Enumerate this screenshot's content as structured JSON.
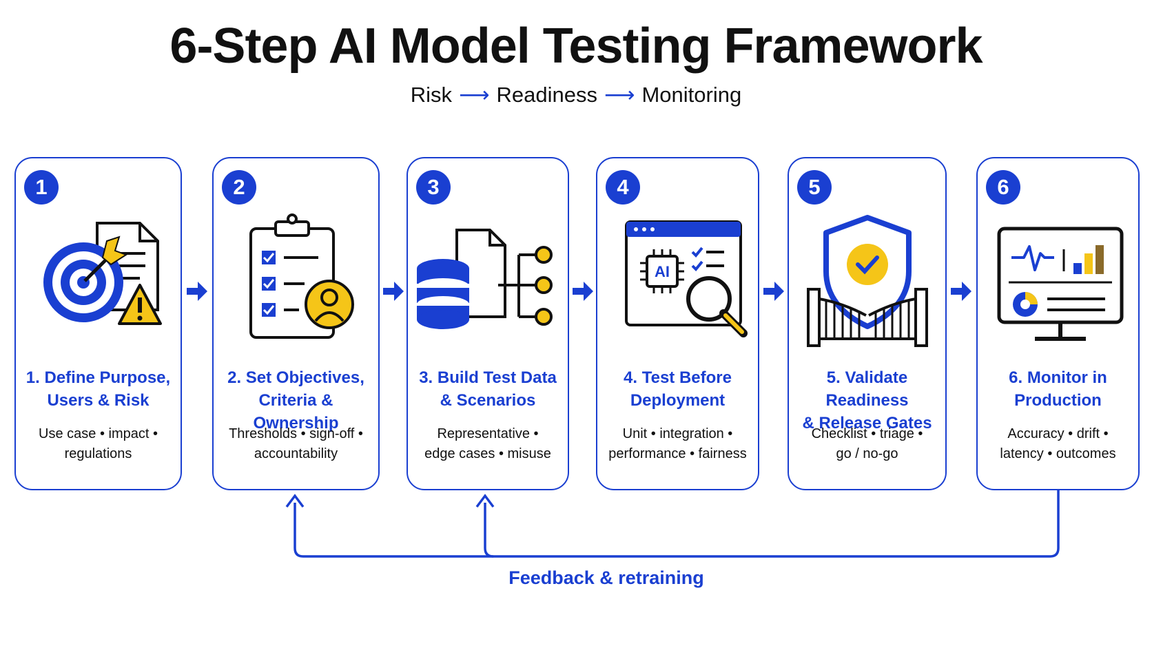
{
  "header": {
    "title": "6-Step AI Model Testing Framework",
    "flow": [
      "Risk",
      "Readiness",
      "Monitoring"
    ],
    "flow_arrow": "⟶"
  },
  "steps": [
    {
      "number": "1",
      "title_line1": "1. Define Purpose,",
      "title_line2": "Users & Risk",
      "desc_line1": "Use case • impact •",
      "desc_line2": "regulations",
      "icon": "target-document-warning-icon"
    },
    {
      "number": "2",
      "title_line1": "2. Set Objectives,",
      "title_line2": "Criteria & Ownership",
      "desc_line1": "Thresholds • sign-off •",
      "desc_line2": "accountability",
      "icon": "clipboard-checklist-person-icon"
    },
    {
      "number": "3",
      "title_line1": "3. Build Test Data",
      "title_line2": "& Scenarios",
      "desc_line1": "Representative •",
      "desc_line2": "edge cases • misuse",
      "icon": "database-branches-icon"
    },
    {
      "number": "4",
      "title_line1": "4. Test Before",
      "title_line2": "Deployment",
      "desc_line1": "Unit • integration •",
      "desc_line2": "performance • fairness",
      "icon": "ai-chip-magnifier-icon"
    },
    {
      "number": "5",
      "title_line1": "5. Validate Readiness",
      "title_line2": "& Release Gates",
      "desc_line1": "Checklist • triage •",
      "desc_line2": "go / no-go",
      "icon": "shield-check-gate-icon"
    },
    {
      "number": "6",
      "title_line1": "6. Monitor in",
      "title_line2": "Production",
      "desc_line1": "Accuracy • drift •",
      "desc_line2": "latency • outcomes",
      "icon": "monitor-dashboard-icon"
    }
  ],
  "feedback": {
    "label": "Feedback & retraining"
  },
  "colors": {
    "accent": "#1a3fd1",
    "highlight": "#f5c518",
    "text": "#111111"
  }
}
